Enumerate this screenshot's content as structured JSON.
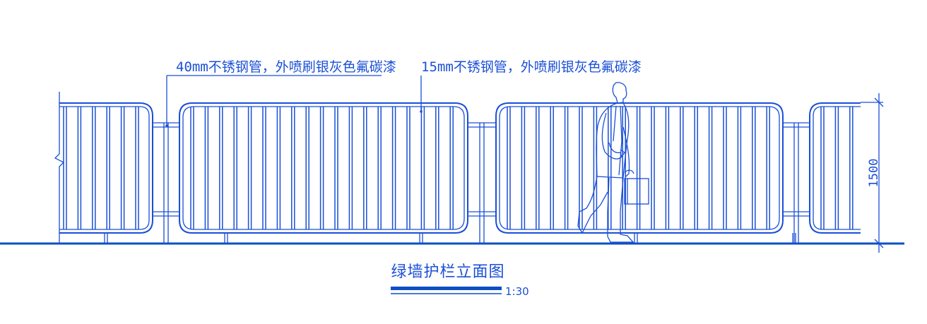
{
  "annotations": {
    "pipe_40": "40mm不锈钢管，外喷刷银灰色氟碳漆",
    "pipe_15": "15mm不锈钢管，外喷刷银灰色氟碳漆"
  },
  "dimension": {
    "height": "1500"
  },
  "title": {
    "text": "绿墙护栏立面图",
    "scale": "1:30"
  },
  "colors": {
    "line": "#1a4fd6",
    "ground": "#0a4fc7",
    "background": "#ffffff"
  }
}
